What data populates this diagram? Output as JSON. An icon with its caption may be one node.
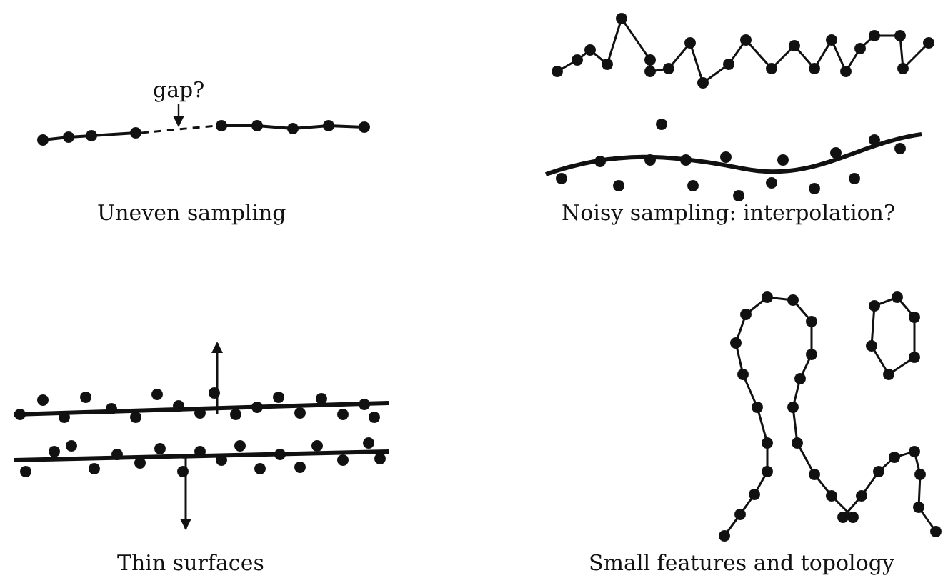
{
  "diagram": {
    "nodes": [
      {
        "text": [
          "gap?"
        ]
      },
      {
        "text": [],
        "shape": "line"
      }
    ],
    "edges": [
      {
        "from": 0,
        "to": 1,
        "arrow": "to"
      }
    ],
    "labels": [
      "Uneven sampling",
      "Noisy sampling: interpolation?",
      "Thin surfaces",
      "Small features and topology"
    ]
  }
}
